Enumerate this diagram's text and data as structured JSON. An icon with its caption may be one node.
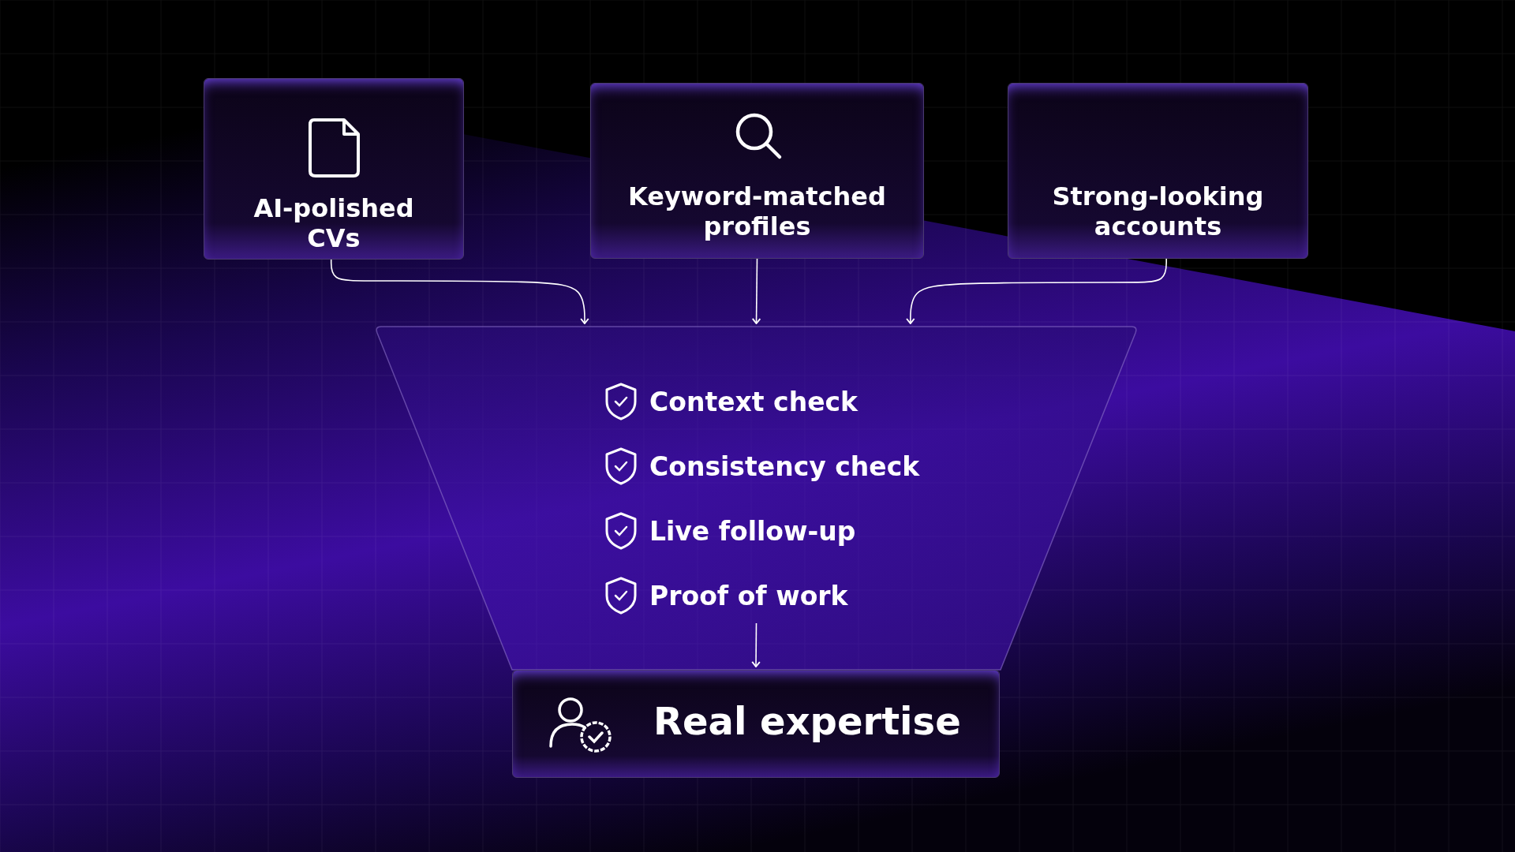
{
  "diagram": {
    "nodes": [
      {
        "text": [
          "AI-polished CVs"
        ]
      },
      {
        "text": [
          "Keyword-matched profiles"
        ]
      },
      {
        "text": [
          "Strong-looking accounts"
        ]
      },
      {
        "text": [
          "Context check",
          "Consistency check",
          "Live follow-up",
          "Proof of work"
        ]
      },
      {
        "text": [
          "Real expertise"
        ]
      }
    ],
    "edges": [
      {
        "from": 0,
        "to": 3,
        "arrow": "to"
      },
      {
        "from": 1,
        "to": 3,
        "arrow": "to"
      },
      {
        "from": 2,
        "to": 3,
        "arrow": "to"
      },
      {
        "from": 3,
        "to": 4,
        "arrow": "to"
      }
    ]
  }
}
